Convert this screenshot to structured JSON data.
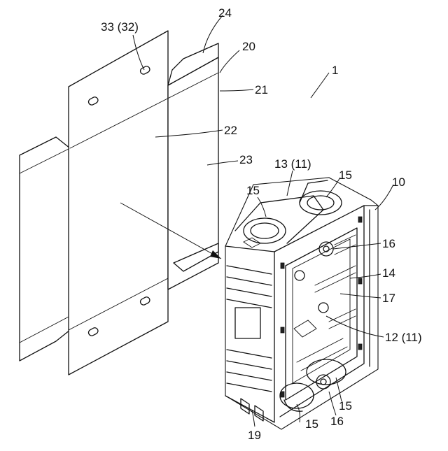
{
  "figure": {
    "labels": {
      "l1": "1",
      "l10": "10",
      "l12": "12 (11)",
      "l13": "13 (11)",
      "l14": "14",
      "l15a": "15",
      "l15b": "15",
      "l15c": "15",
      "l15d": "15",
      "l16a": "16",
      "l16b": "16",
      "l17": "17",
      "l19": "19",
      "l20": "20",
      "l21": "21",
      "l22": "22",
      "l23": "23",
      "l24": "24",
      "l33": "33 (32)"
    }
  }
}
